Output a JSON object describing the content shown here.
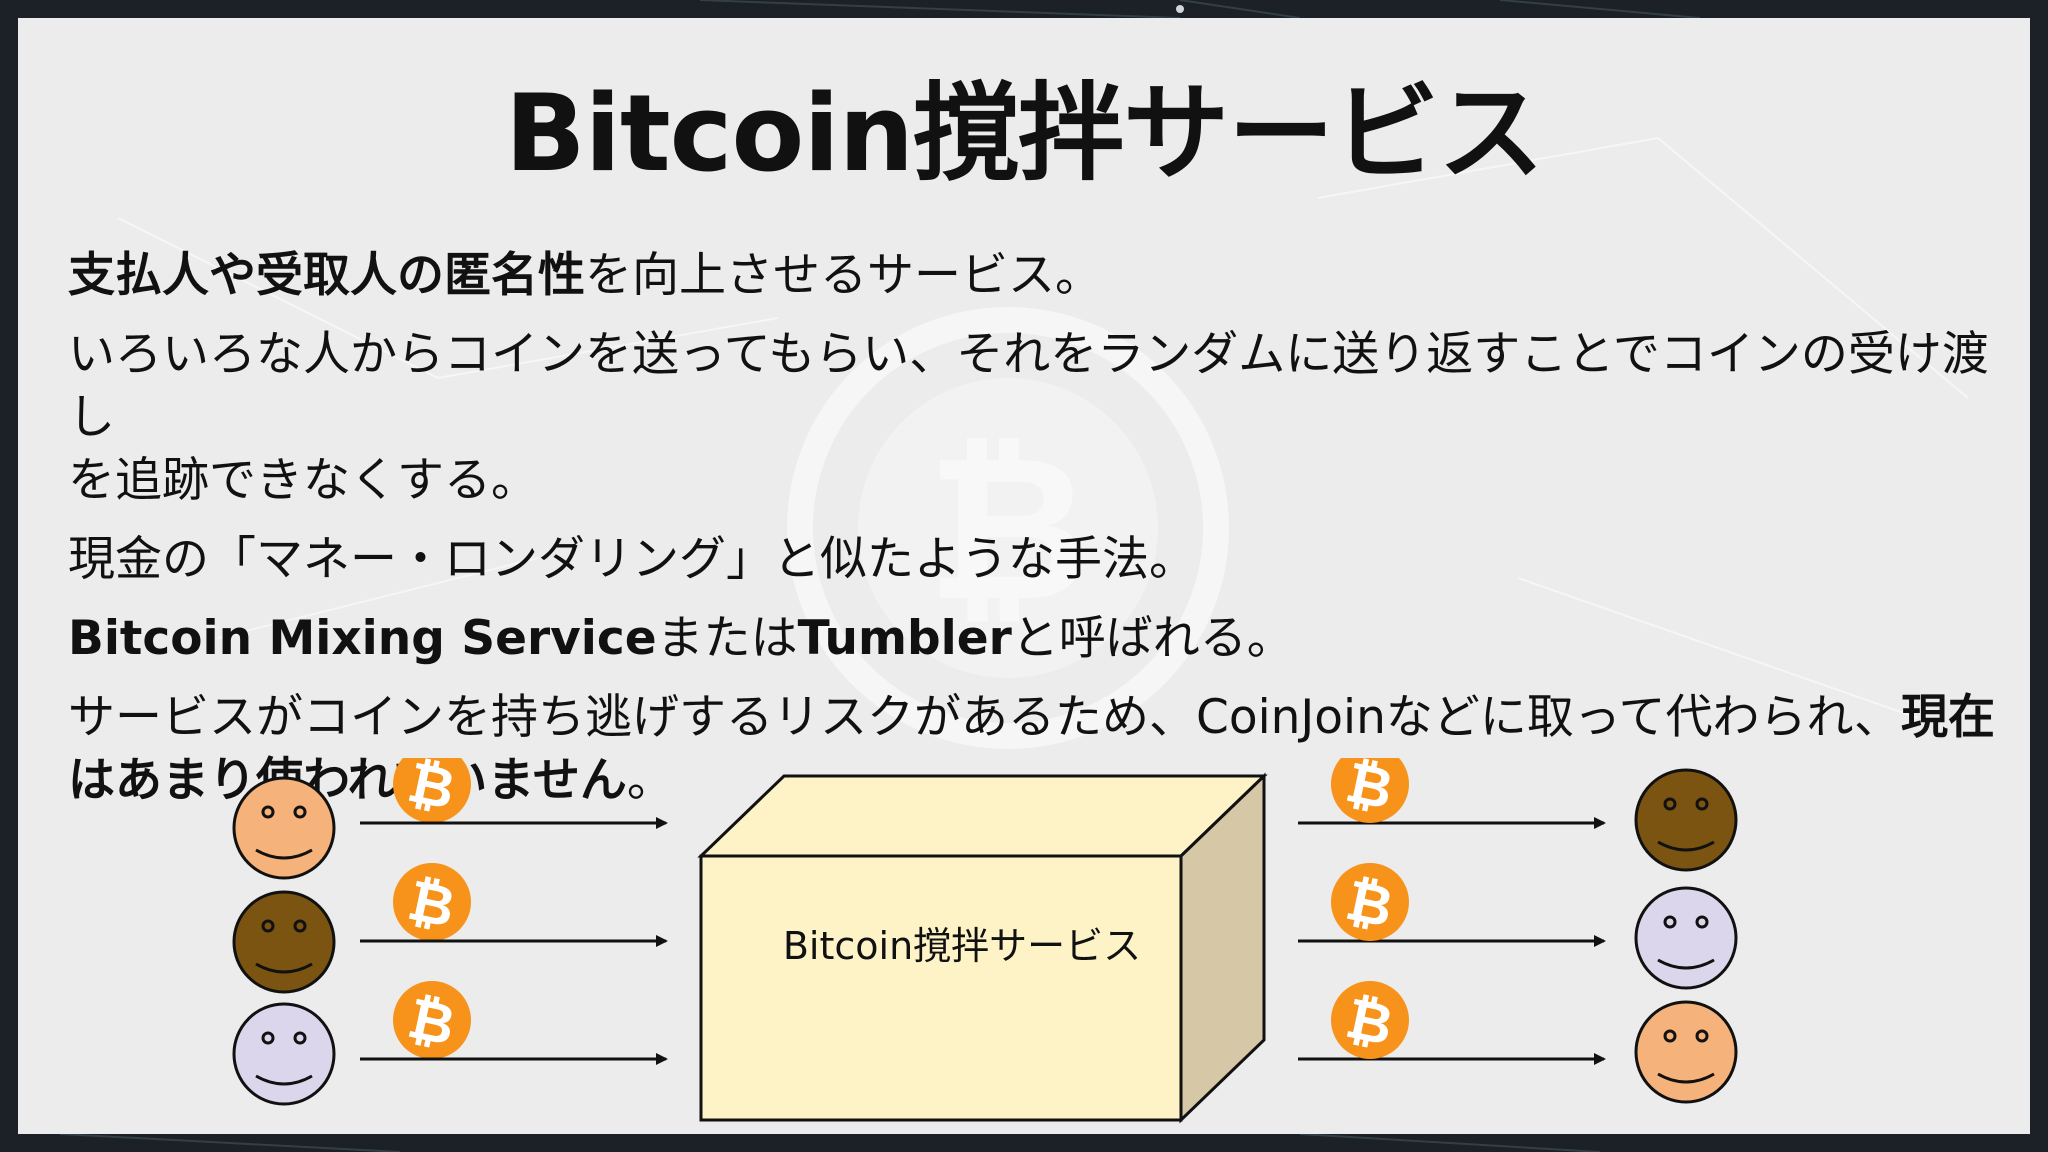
{
  "title": "Bitcoin撹拌サービス",
  "paragraphs": {
    "p1": {
      "bold": "支払人や受取人の匿名性",
      "rest": "を向上させるサービス。"
    },
    "p2": {
      "line1": "いろいろな人からコインを送ってもらい、それをランダムに送り返すことでコインの受け渡し",
      "line2": "を追跡できなくする。"
    },
    "p3": {
      "text": "現金の「マネー・ロンダリング」と似たような手法。"
    },
    "p4": {
      "bold1": "Bitcoin Mixing Service",
      "mid": "または",
      "bold2": "Tumbler",
      "rest": "と呼ばれる。"
    },
    "p5": {
      "line1": "サービスがコインを持ち逃げするリスクがあるため、CoinJoinなどに取って代わられ、",
      "bold": "現在はあまり使われていません",
      "tail": "。"
    }
  },
  "diagram": {
    "box_label": "Bitcoin撹拌サービス",
    "coin_symbol": "₿",
    "senders": [
      "orange-face",
      "brown-face",
      "lavender-face"
    ],
    "receivers": [
      "brown-face",
      "lavender-face",
      "orange-face"
    ]
  },
  "colors": {
    "coin": "#f7931a",
    "box_front": "#fdf3c7",
    "box_side": "#d6c8a6",
    "face_orange": "#f5b27a",
    "face_brown": "#7a5410",
    "face_lavender": "#dcd6ec"
  }
}
